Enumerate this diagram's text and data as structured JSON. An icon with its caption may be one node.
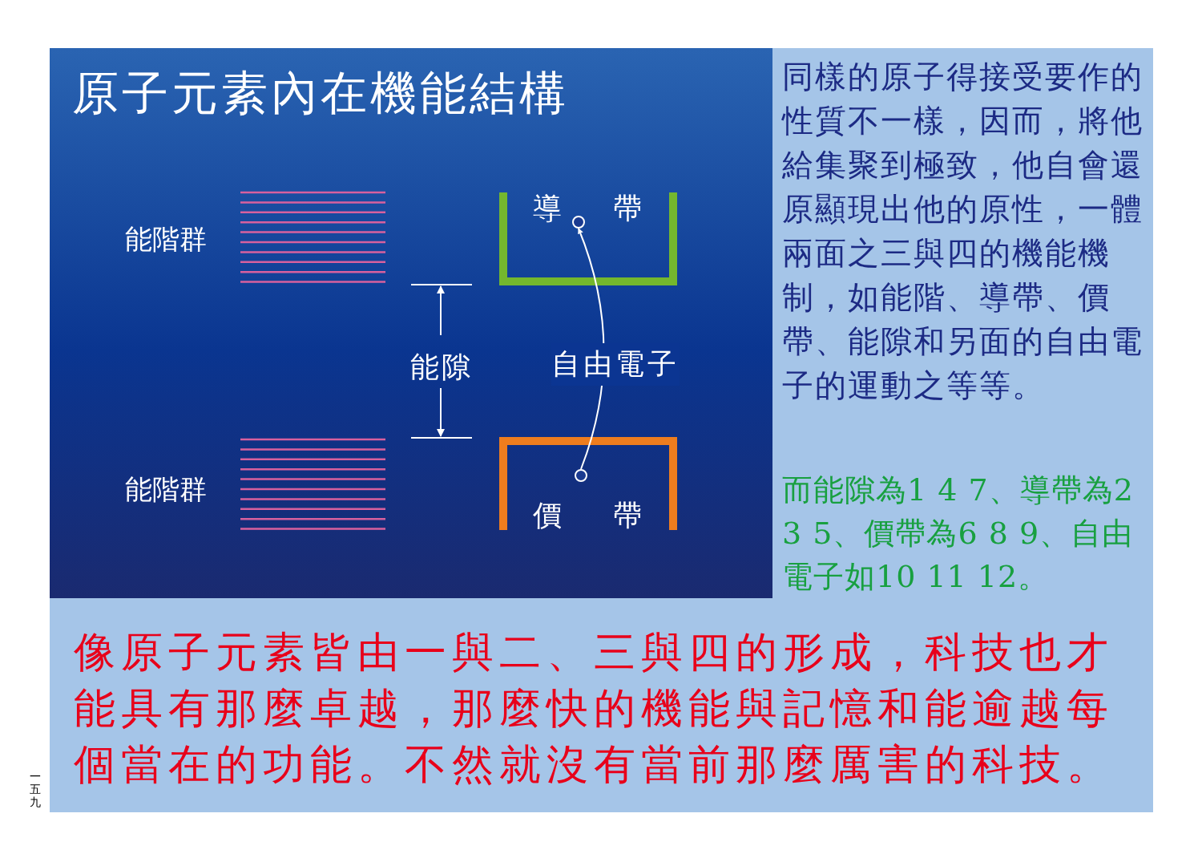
{
  "diagram": {
    "title": "原子元素內在機能結構",
    "caption": "像原子元素皆由一與二、三與四的形成，科技也才能具有那麼卓越，那麼快的機能與記憶和能逾越每個當在的功能。不然就沒有當前那麼厲害的科技。",
    "nodes": [
      {
        "text": [
          "導帶"
        ]
      },
      {
        "text": [
          "價帶"
        ]
      },
      {
        "text": [],
        "shape": "circle",
        "in": 0
      },
      {
        "text": [],
        "shape": "circle",
        "in": 1
      }
    ],
    "edges": [
      {
        "from": 3,
        "to": 2,
        "arrow": "to",
        "label": "自由電子"
      }
    ],
    "labels": [
      "能階群",
      "能隙",
      "能階群",
      "同樣的原子得接受要作的性質不一樣，因而，將他給集聚到極致，他自會還原顯現出他的原性，一體兩面之三與四的機能機制，如能階、導帶、價帶、能隙和另面的自由電子的運動之等等。",
      "而能隙為1 4 7、導帶為2 3 5、價帶為6 8 9、自由電子如10 11 12。",
      "一五九"
    ]
  }
}
